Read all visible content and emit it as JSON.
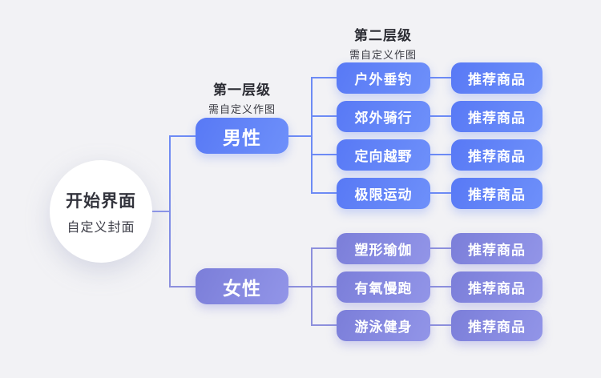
{
  "page": {
    "background": "#f2f2f5"
  },
  "root_node": {
    "title": "开始界面",
    "subtitle": "自定义封面"
  },
  "labels": {
    "level1": {
      "title": "第一层级",
      "subtitle": "需自定义作图"
    },
    "level2": {
      "title": "第二层级",
      "subtitle": "需自定义作图"
    }
  },
  "colors": {
    "male_accent": "#5e80f6",
    "female_accent": "#8487de",
    "male_line": "#6d8bf5",
    "female_line": "#8d90dd"
  },
  "branches": [
    {
      "label": "男性",
      "children": [
        {
          "label": "户外垂钓",
          "product": "推荐商品"
        },
        {
          "label": "郊外骑行",
          "product": "推荐商品"
        },
        {
          "label": "定向越野",
          "product": "推荐商品"
        },
        {
          "label": "极限运动",
          "product": "推荐商品"
        }
      ]
    },
    {
      "label": "女性",
      "children": [
        {
          "label": "塑形瑜伽",
          "product": "推荐商品"
        },
        {
          "label": "有氧慢跑",
          "product": "推荐商品"
        },
        {
          "label": "游泳健身",
          "product": "推荐商品"
        }
      ]
    }
  ]
}
